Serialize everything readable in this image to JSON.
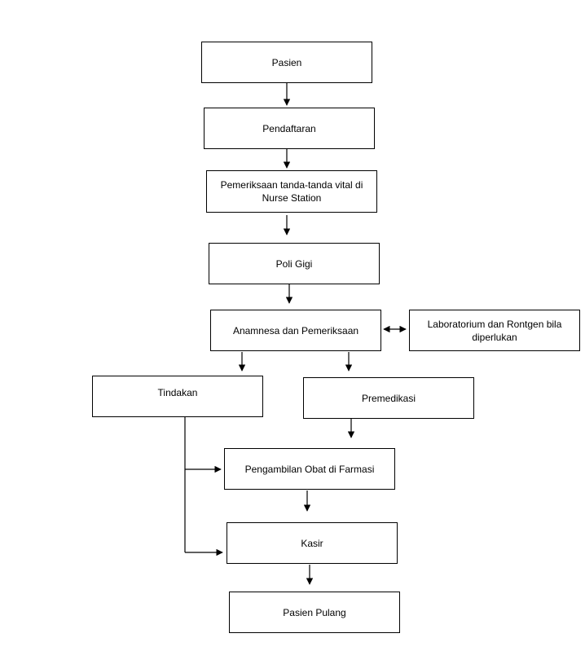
{
  "nodes": {
    "pasien": "Pasien",
    "pendaftaran": "Pendaftaran",
    "vital": "Pemeriksaan tanda-tanda vital di\nNurse Station",
    "poli": "Poli Gigi",
    "anamnesa": "Anamnesa dan Pemeriksaan",
    "lab": "Laboratorium dan Rontgen bila\ndiperlukan",
    "tindakan": "Tindakan",
    "premedikasi": "Premedikasi",
    "farmasi": "Pengambilan Obat di Farmasi",
    "kasir": "Kasir",
    "pulang": "Pasien Pulang"
  }
}
